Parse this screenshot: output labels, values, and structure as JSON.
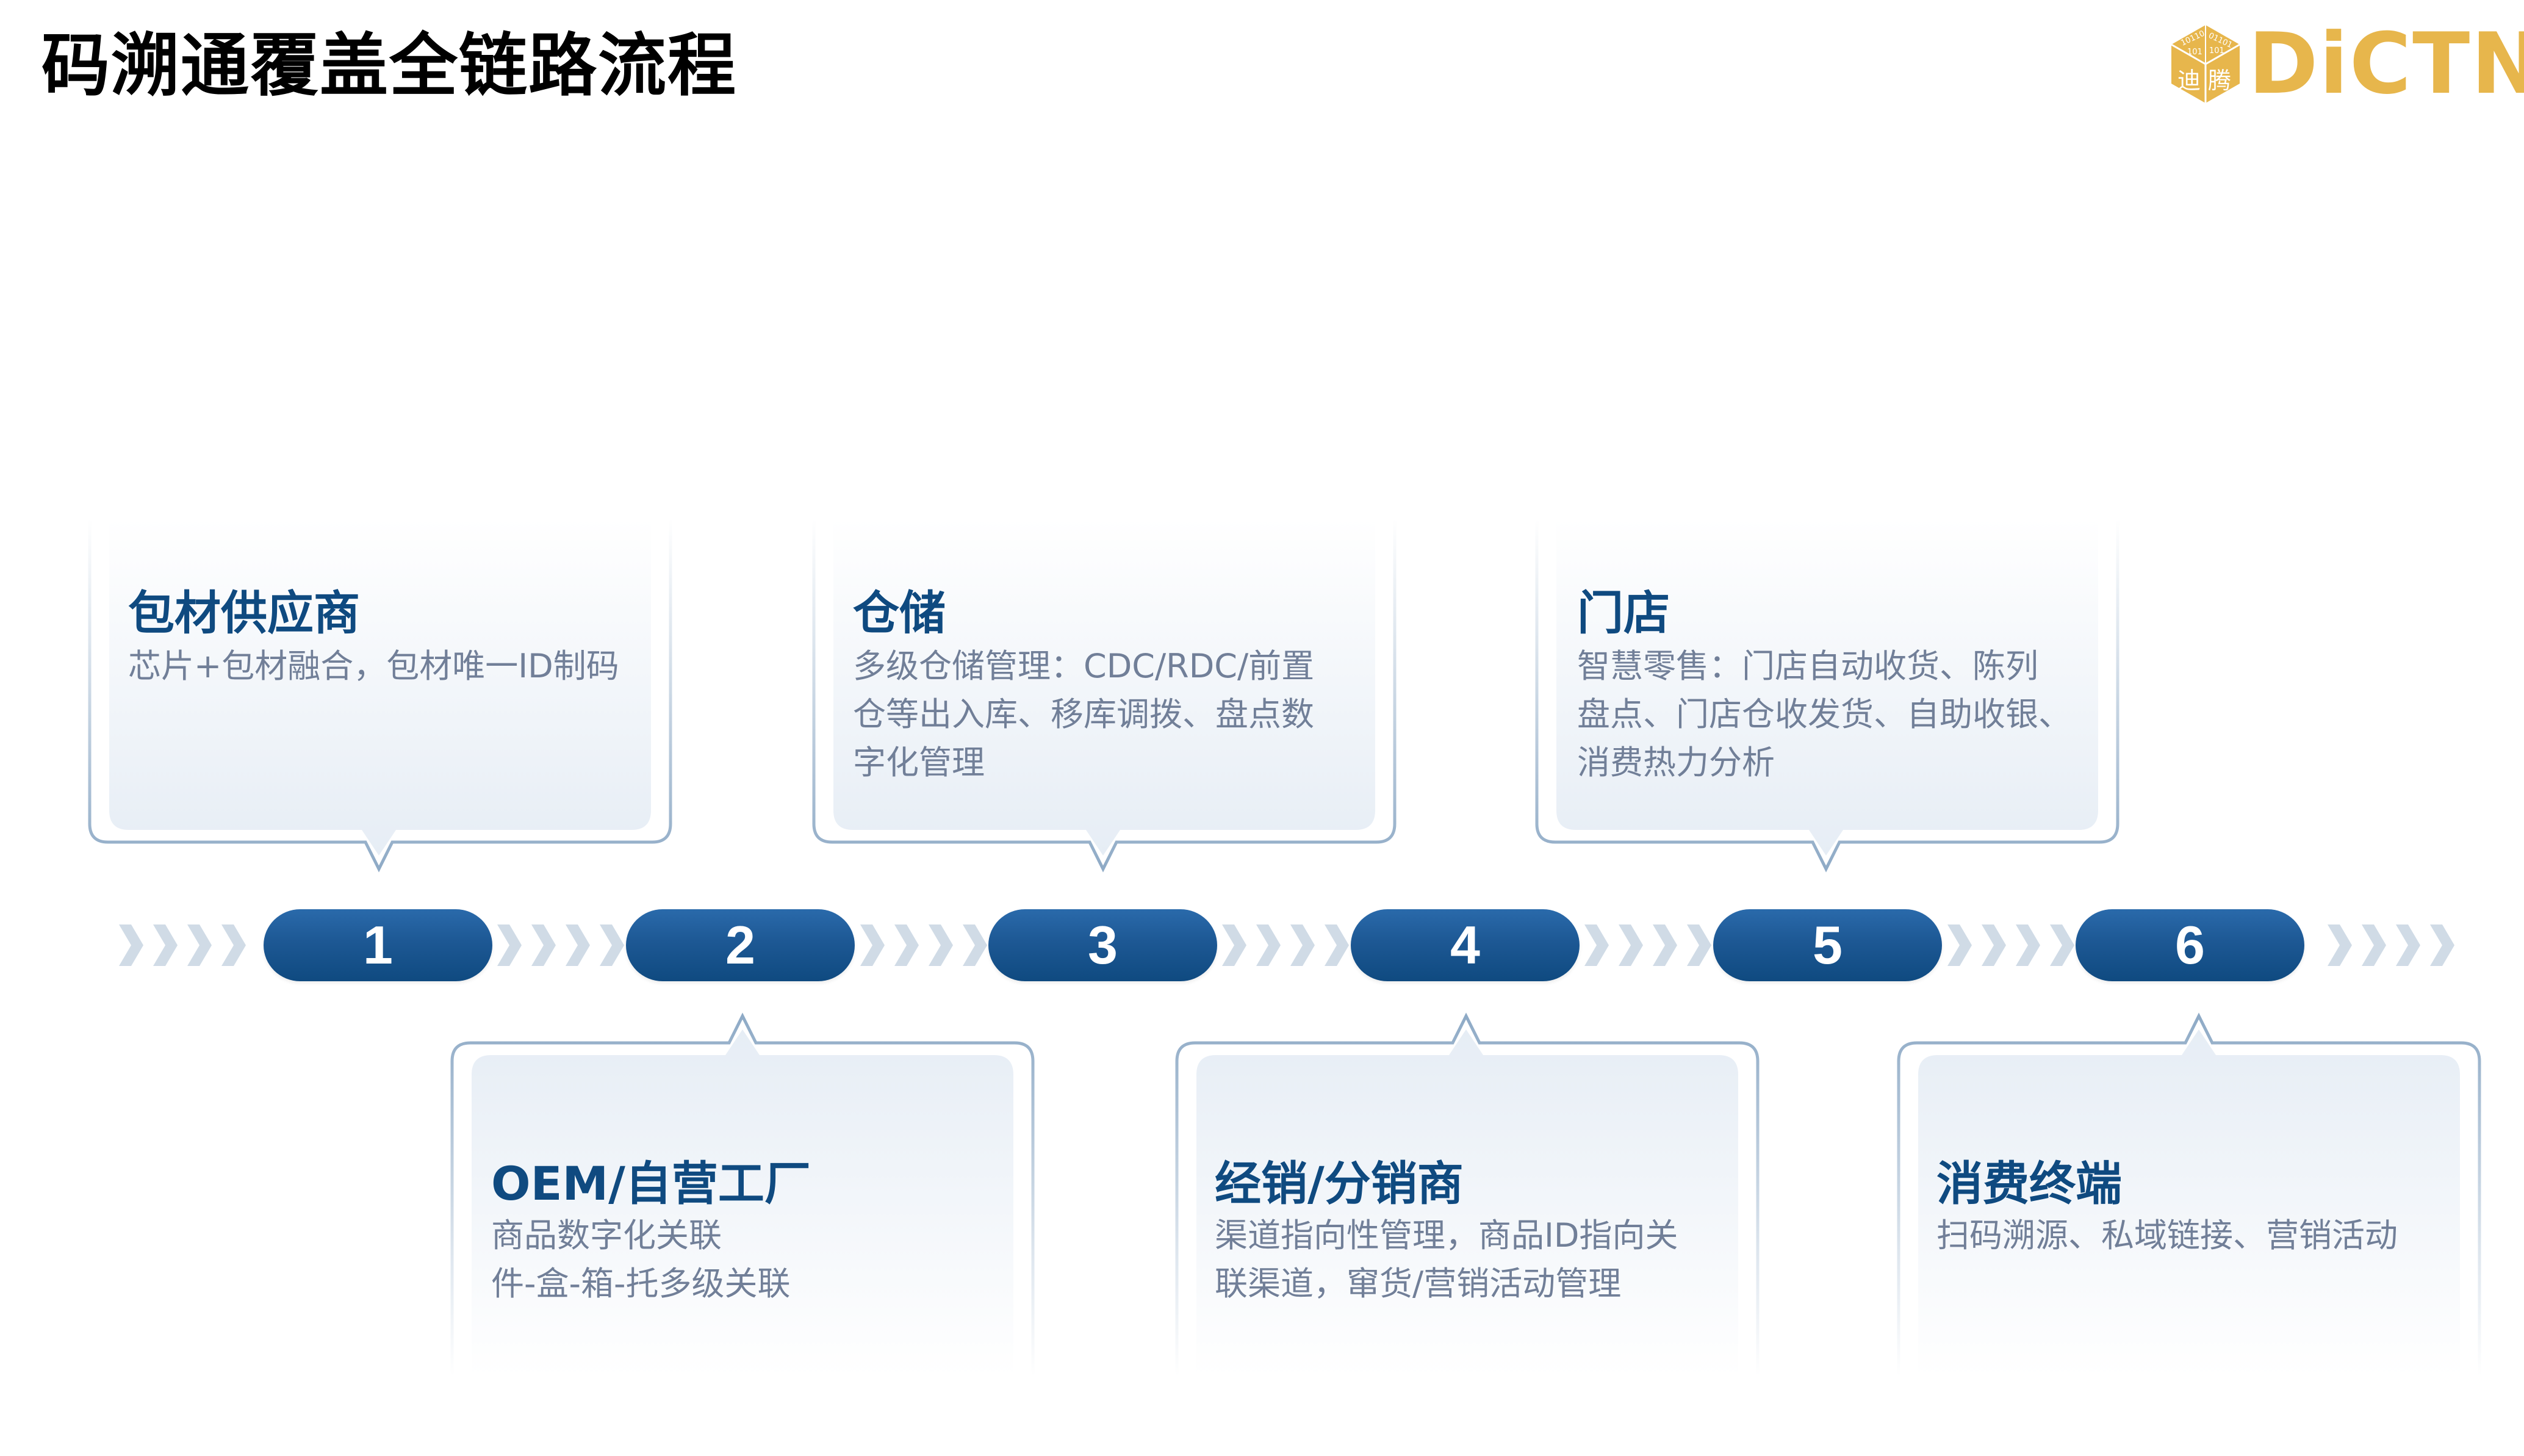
{
  "header": {
    "title": "码溯通覆盖全链路流程",
    "logo": {
      "text": "DiCTN",
      "cube_label_left": "迪",
      "cube_label_right": "腾",
      "cube_binary": [
        "10110",
        "01101",
        "101",
        "101",
        "10",
        "10"
      ],
      "color": "#e7b64c"
    }
  },
  "colors": {
    "pill": "#1d5894",
    "pill_dark": "#0f4a80",
    "title_blue": "#0f4a80",
    "desc_gray": "#717f98",
    "card_border": "#8eaac6",
    "chevron": "#d0dbe6"
  },
  "steps": [
    {
      "number": "1",
      "position": "top",
      "title": "包材供应商",
      "description_lines": [
        "芯片+包材融合，包材唯一ID制码"
      ]
    },
    {
      "number": "2",
      "position": "bottom",
      "title": "OEM/自营工厂",
      "description_lines": [
        "商品数字化关联",
        "件-盒-箱-托多级关联"
      ]
    },
    {
      "number": "3",
      "position": "top",
      "title": "仓储",
      "description_lines": [
        "多级仓储管理：CDC/RDC/前置",
        "仓等出入库、移库调拨、盘点数",
        "字化管理"
      ]
    },
    {
      "number": "4",
      "position": "bottom",
      "title": "经销/分销商",
      "description_lines": [
        "渠道指向性管理，商品ID指向关",
        "联渠道，窜货/营销活动管理"
      ]
    },
    {
      "number": "5",
      "position": "top",
      "title": "门店",
      "description_lines": [
        "智慧零售：门店自动收货、陈列",
        "盘点、门店仓收发货、自助收银、",
        "消费热力分析"
      ]
    },
    {
      "number": "6",
      "position": "bottom",
      "title": "消费终端",
      "description_lines": [
        "扫码溯源、私域链接、营销活动"
      ]
    }
  ]
}
